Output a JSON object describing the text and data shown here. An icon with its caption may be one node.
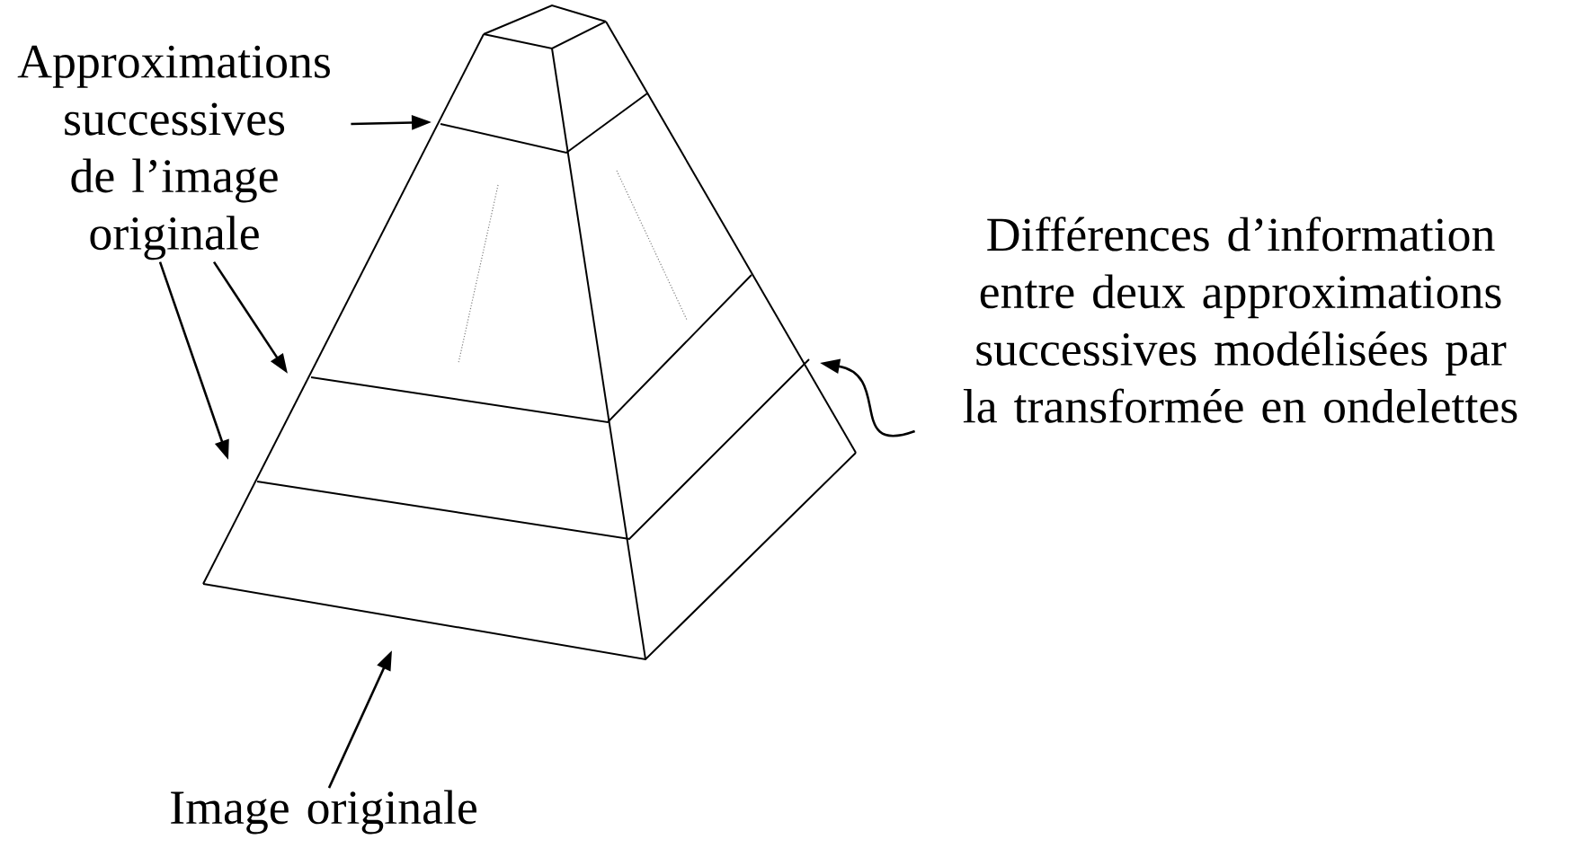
{
  "diagram": {
    "nodes": [
      {
        "text": [
          "Approximations successives de l’image originale"
        ]
      },
      {
        "text": [
          "Différences d’information entre deux approximations successives modélisées par la transformée en ondelettes"
        ]
      },
      {
        "text": [
          "Image originale"
        ]
      }
    ],
    "edges": [
      {
        "from": 0,
        "to": null,
        "arrow": "to"
      },
      {
        "from": 0,
        "to": null,
        "arrow": "to"
      },
      {
        "from": 0,
        "to": null,
        "arrow": "to"
      },
      {
        "from": 1,
        "to": null,
        "arrow": "to"
      },
      {
        "from": 2,
        "to": null,
        "arrow": "to"
      }
    ]
  }
}
